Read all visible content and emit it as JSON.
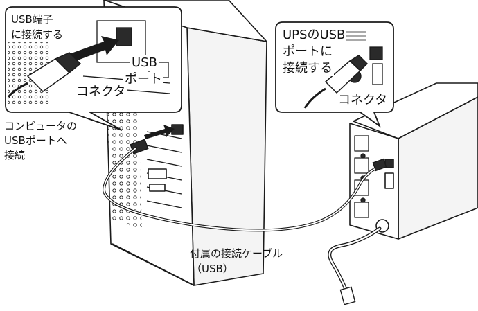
{
  "labels": {
    "left_callout_line1": "USB端子",
    "left_callout_line2": "に接続する",
    "usb_port_line1": "USB",
    "usb_port_line2": "ポート",
    "left_connector": "コネクタ",
    "computer_line1": "コンピュータの",
    "computer_line2": "USBポートへ",
    "computer_line3": "接続",
    "ups_callout_line1": "UPSのUSB",
    "ups_callout_line2": "ポートに",
    "ups_callout_line3": "接続する",
    "ups_connector": "コネクタ",
    "cable_line1": "付属の接続ケーブル",
    "cable_line2": "（USB）"
  },
  "colors": {
    "line": "#1a1a1a",
    "fill_light": "#f4f4f4",
    "fill_dark": "#2a2a2a"
  }
}
